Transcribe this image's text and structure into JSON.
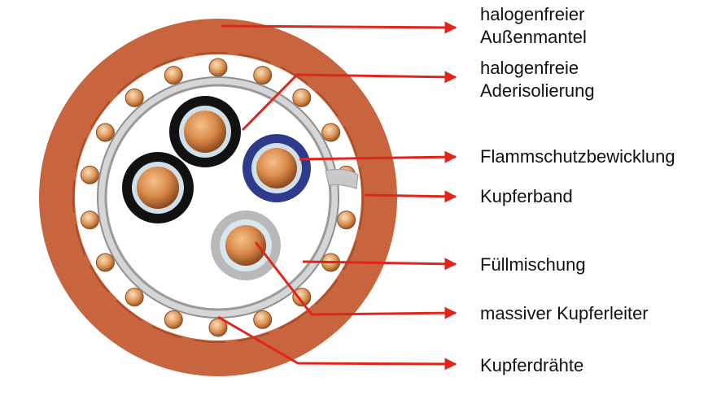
{
  "diagram": {
    "labels": [
      {
        "id": "outer-sheath",
        "lines": [
          "halogenfreier",
          "Außenmantel"
        ]
      },
      {
        "id": "core-insulation",
        "lines": [
          "halogenfreie",
          "Aderisolierung"
        ]
      },
      {
        "id": "flame-wrap",
        "lines": [
          "Flammschutzbewicklung"
        ]
      },
      {
        "id": "copper-tape",
        "lines": [
          "Kupferband"
        ]
      },
      {
        "id": "filler",
        "lines": [
          "Füllmischung"
        ]
      },
      {
        "id": "solid-conductor",
        "lines": [
          "massiver Kupferleiter"
        ]
      },
      {
        "id": "copper-wires",
        "lines": [
          "Kupferdrähte"
        ]
      }
    ],
    "colors": {
      "sheath": "#c8643e",
      "sheath_dark": "#a84d2b",
      "arrow": "#e0261c",
      "copper": "#d98a4a",
      "core_black": "#111111",
      "core_blue": "#2e3a8c",
      "core_grey": "#b9b9b9",
      "tape": "#c9c9c9",
      "filler": "#ffffff"
    }
  }
}
